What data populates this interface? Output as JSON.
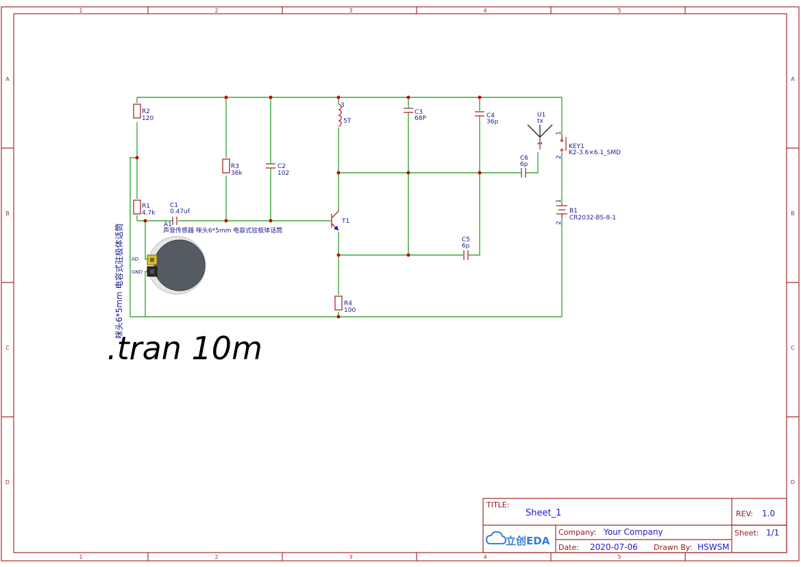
{
  "frame": {
    "columns": [
      "1",
      "2",
      "3",
      "4",
      "5"
    ],
    "rows": [
      "A",
      "B",
      "C",
      "D"
    ]
  },
  "components": {
    "R2": {
      "ref": "R2",
      "value": "120"
    },
    "R1": {
      "ref": "R1",
      "value": "4.7k"
    },
    "R3": {
      "ref": "R3",
      "value": "36k"
    },
    "R4": {
      "ref": "R4",
      "value": "100"
    },
    "C1": {
      "ref": "C1",
      "value": "0.47uf"
    },
    "C2": {
      "ref": "C2",
      "value": "102"
    },
    "C3": {
      "ref": "C3",
      "value": "68P"
    },
    "C4": {
      "ref": "C4",
      "value": "36p"
    },
    "C5": {
      "ref": "C5",
      "value": "6p"
    },
    "C6": {
      "ref": "C6",
      "value": "6p"
    },
    "L3": {
      "ref": "3",
      "value": "5T"
    },
    "T1": {
      "ref": "T1"
    },
    "U1": {
      "ref": "U1",
      "value": "tx"
    },
    "KEY1": {
      "ref": "KEY1",
      "value": "K2-3.6×6.1_SMD"
    },
    "B1": {
      "ref": "B1",
      "value": "CR2032-BS-8-1"
    },
    "A1": {
      "ref": "A1",
      "desc": "声音传感器 咪头6*5mm 电容式驻极体话筒"
    },
    "mic": {
      "vertical_label": "咪头6*5mm 电容式驻极体话筒",
      "pin_ad": "AD",
      "pin_gnd": "GND"
    }
  },
  "pins": {
    "one": "1",
    "two": "2"
  },
  "spice": ".tran 10m",
  "title_block": {
    "title_label": "TITLE:",
    "title": "Sheet_1",
    "rev_label": "REV:",
    "rev": "1.0",
    "company_label": "Company:",
    "company": "Your Company",
    "sheet_label": "Sheet:",
    "sheet": "1/1",
    "date_label": "Date:",
    "date": "2020-07-06",
    "drawn_label": "Drawn By:",
    "drawn_by": "HSWSM",
    "logo_text": "立创EDA"
  },
  "colors": {
    "wire": "#3aa835",
    "part": "#a52a2a",
    "label": "#1a1a8c",
    "junction": "#cc0000"
  }
}
